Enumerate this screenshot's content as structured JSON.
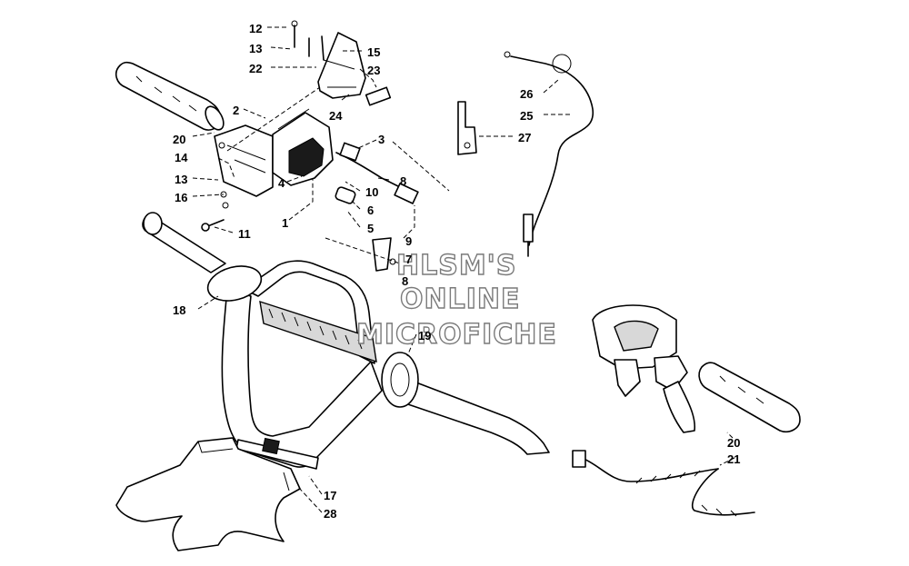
{
  "watermark": {
    "lines": [
      "HLSM'S",
      "ONLINE",
      "MICROFICHE"
    ],
    "stroke_color": "#7a7a7a"
  },
  "callouts": {
    "c12": "12",
    "c13a": "13",
    "c22": "22",
    "c15": "15",
    "c23": "23",
    "c24": "24",
    "c2": "2",
    "c20a": "20",
    "c14": "14",
    "c13b": "13",
    "c16": "16",
    "c3": "3",
    "c4": "4",
    "c10": "10",
    "c8a": "8",
    "c6": "6",
    "c5": "5",
    "c1": "1",
    "c11": "11",
    "c9": "9",
    "c7": "7",
    "c8b": "8",
    "c18": "18",
    "c19": "19",
    "c26": "26",
    "c25": "25",
    "c27": "27",
    "c20b": "20",
    "c21": "21",
    "c17": "17",
    "c28": "28"
  },
  "colors": {
    "line": "#000000",
    "paper": "#ffffff",
    "shade": "#d8d8d8"
  }
}
